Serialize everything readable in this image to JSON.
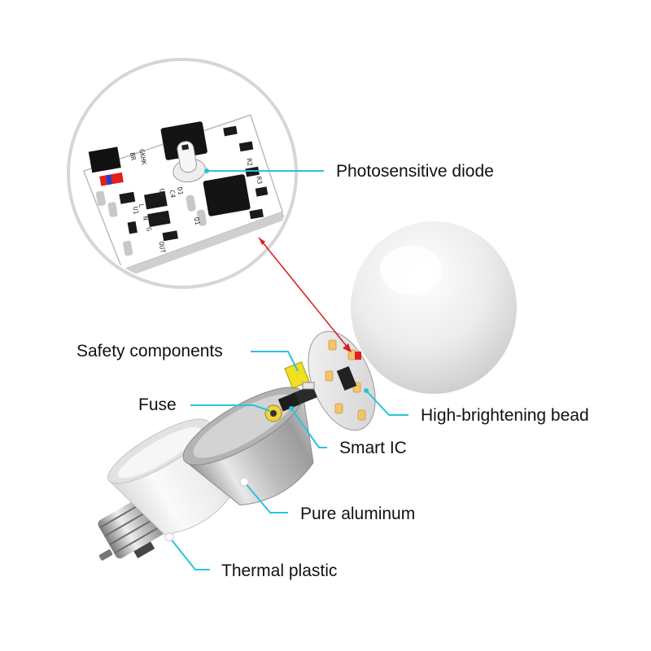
{
  "labels": {
    "photosensitive_diode": "Photosensitive diode",
    "safety_components": "Safety components",
    "fuse": "Fuse",
    "high_brightening_bead": "High-brightening bead",
    "smart_ic": "Smart IC",
    "pure_aluminum": "Pure aluminum",
    "thermal_plastic": "Thermal plastic"
  },
  "pcb_markings": {
    "brand": "GKHK",
    "code": "BR",
    "d1": "D1",
    "c4": "C4",
    "u2": "U2",
    "r2": "R2",
    "r3": "R3",
    "q1": "Q1",
    "out": "OUT",
    "l": "L",
    "n": "N",
    "g": "G",
    "u1": "U1"
  },
  "colors": {
    "leader_line": "#29c4de",
    "pointer_arrow": "#d81e1e",
    "magnifier_ring": "#d9d9d9",
    "label_text": "#111111"
  },
  "icons": {
    "magnifier": "magnifier-circle",
    "bulb_dome": "bulb-dome",
    "led_board": "led-board",
    "heat_sink": "aluminum-heatsink",
    "plastic_housing": "plastic-housing",
    "screw_base": "e27-screw-base"
  }
}
